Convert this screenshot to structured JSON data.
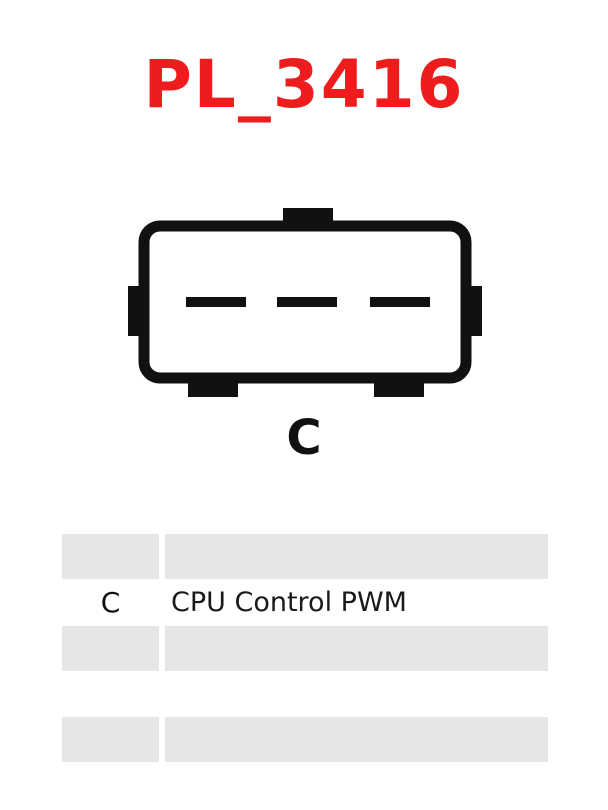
{
  "title": "PL_3416",
  "connector_label": "C",
  "pins": [
    {
      "pin": "",
      "description": ""
    },
    {
      "pin": "C",
      "description": "CPU Control PWM"
    },
    {
      "pin": "",
      "description": ""
    },
    {
      "pin": "",
      "description": ""
    }
  ],
  "colors": {
    "title": "#ee1c1c",
    "connector": "#111111",
    "row_shade": "#e6e6e6"
  }
}
